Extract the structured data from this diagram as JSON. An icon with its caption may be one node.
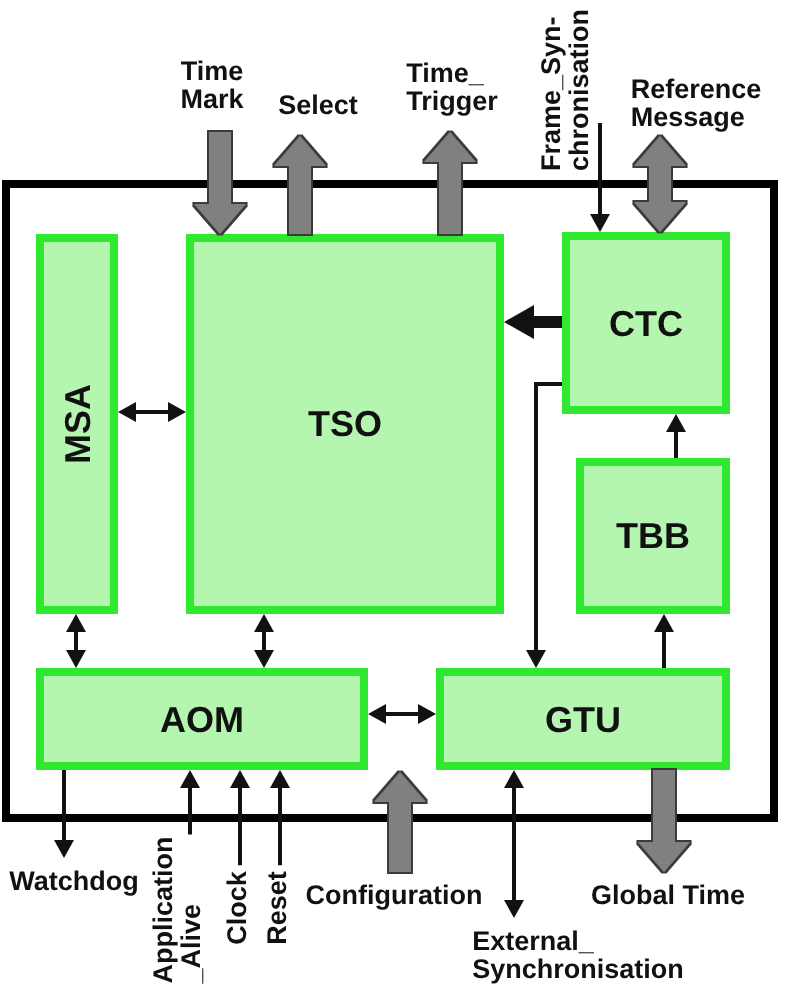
{
  "diagram": {
    "nodes": [
      {
        "text": [
          "Time Mark"
        ]
      },
      {
        "text": [
          "Select"
        ]
      },
      {
        "text": [
          "Time_ Trigger"
        ]
      },
      {
        "text": [
          "Frame_Syn- chronisation"
        ]
      },
      {
        "text": [
          "Reference Message"
        ]
      },
      {
        "text": [],
        "shape": "box"
      },
      {
        "text": [
          "MSA"
        ],
        "in": 5
      },
      {
        "text": [
          "TSO"
        ],
        "in": 5
      },
      {
        "text": [
          "CTC"
        ],
        "in": 5
      },
      {
        "text": [
          "TBB"
        ],
        "in": 5
      },
      {
        "text": [
          "AOM"
        ],
        "in": 5
      },
      {
        "text": [
          "GTU"
        ],
        "in": 5
      },
      {
        "text": [
          "Watchdog"
        ]
      },
      {
        "text": [
          "Application _Alive"
        ]
      },
      {
        "text": [
          "Clock"
        ]
      },
      {
        "text": [
          "Reset"
        ]
      },
      {
        "text": [
          "Configuration"
        ]
      },
      {
        "text": [
          "External_ Synchronisation"
        ]
      },
      {
        "text": [
          "Global Time"
        ]
      }
    ],
    "edges": [
      {
        "from": 0,
        "to": 7,
        "arrow": "to",
        "style": "thick",
        "color": "#808080"
      },
      {
        "from": 7,
        "to": 1,
        "arrow": "to",
        "style": "thick",
        "color": "#808080"
      },
      {
        "from": 7,
        "to": 2,
        "arrow": "to",
        "style": "thick",
        "color": "#808080"
      },
      {
        "from": 3,
        "to": 8,
        "arrow": "to"
      },
      {
        "from": 4,
        "to": 8,
        "arrow": "both",
        "style": "thick",
        "color": "#808080"
      },
      {
        "from": 6,
        "to": 7,
        "arrow": "both"
      },
      {
        "from": 8,
        "to": 7,
        "arrow": "to",
        "style": "thick"
      },
      {
        "from": 8,
        "to": 11,
        "arrow": "to"
      },
      {
        "from": 9,
        "to": 8,
        "arrow": "to"
      },
      {
        "from": 6,
        "to": 10,
        "arrow": "both"
      },
      {
        "from": 7,
        "to": 10,
        "arrow": "both"
      },
      {
        "from": 10,
        "to": 11,
        "arrow": "both"
      },
      {
        "from": 11,
        "to": 9,
        "arrow": "to"
      },
      {
        "from": 10,
        "to": 12,
        "arrow": "to"
      },
      {
        "from": 13,
        "to": 10,
        "arrow": "to"
      },
      {
        "from": 14,
        "to": 10,
        "arrow": "to"
      },
      {
        "from": 15,
        "to": 10,
        "arrow": "to"
      },
      {
        "from": 16,
        "to": 11,
        "arrow": "to",
        "style": "thick",
        "color": "#808080"
      },
      {
        "from": 11,
        "to": 17,
        "arrow": "both"
      },
      {
        "from": 11,
        "to": 18,
        "arrow": "to",
        "style": "thick",
        "color": "#808080"
      }
    ]
  }
}
